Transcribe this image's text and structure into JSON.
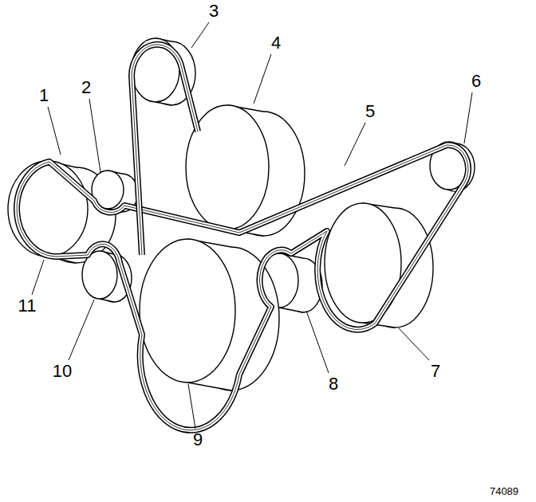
{
  "diagram": {
    "labels": [
      "1",
      "2",
      "3",
      "4",
      "5",
      "6",
      "7",
      "8",
      "9",
      "10",
      "11",
      "74089"
    ]
  }
}
